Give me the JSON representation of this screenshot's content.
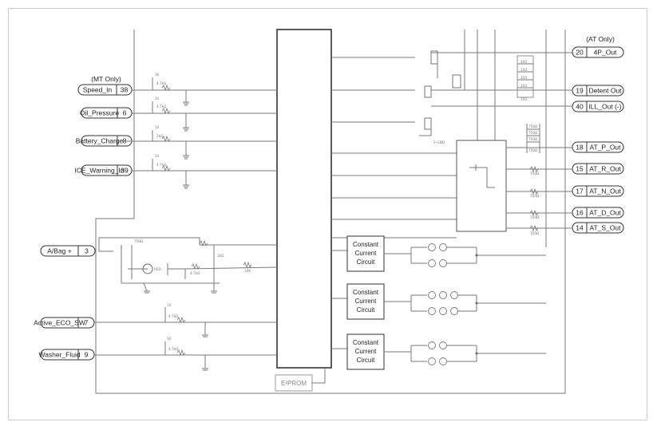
{
  "left_pins": [
    {
      "label": "Speed_In",
      "num": "38"
    },
    {
      "label": "Oil_Pressure",
      "num": "6"
    },
    {
      "label": "Battery_Charge",
      "num": "8"
    },
    {
      "label": "ICE_Warning_In",
      "num": "39"
    },
    {
      "label": "A/Bag +",
      "num": "3"
    },
    {
      "label": "Active_ECO_SW",
      "num": "7"
    },
    {
      "label": "Washer_Fluid",
      "num": "9"
    }
  ],
  "right_pins": [
    {
      "num": "20",
      "label": "4P_Out"
    },
    {
      "num": "19",
      "label": "Detent Out"
    },
    {
      "num": "40",
      "label": "ILL_Out (-)"
    },
    {
      "num": "18",
      "label": "AT_P_Out"
    },
    {
      "num": "15",
      "label": "AT_R_Out"
    },
    {
      "num": "17",
      "label": "AT_N_Out"
    },
    {
      "num": "16",
      "label": "AT_D_Out"
    },
    {
      "num": "14",
      "label": "AT_S_Out"
    }
  ],
  "headers": {
    "mt_only": "(MT Only)",
    "at_only": "(AT Only)"
  },
  "ccc_boxes": [
    {
      "line1": "Constant",
      "line2": "Current",
      "line3": "Circuit"
    },
    {
      "line1": "Constant",
      "line2": "Current",
      "line3": "Circuit"
    },
    {
      "line1": "Constant",
      "line2": "Current",
      "line3": "Circuit"
    }
  ],
  "eeprom_label": "E²PROM",
  "component_labels": {
    "gnd": "S-GND",
    "red": "RED",
    "r_750": "750Ω",
    "r_150": "150",
    "r_10k": "10K",
    "r_47k": "4.7kΩ",
    "r_2k": "2kΩ",
    "r_10": "10"
  }
}
